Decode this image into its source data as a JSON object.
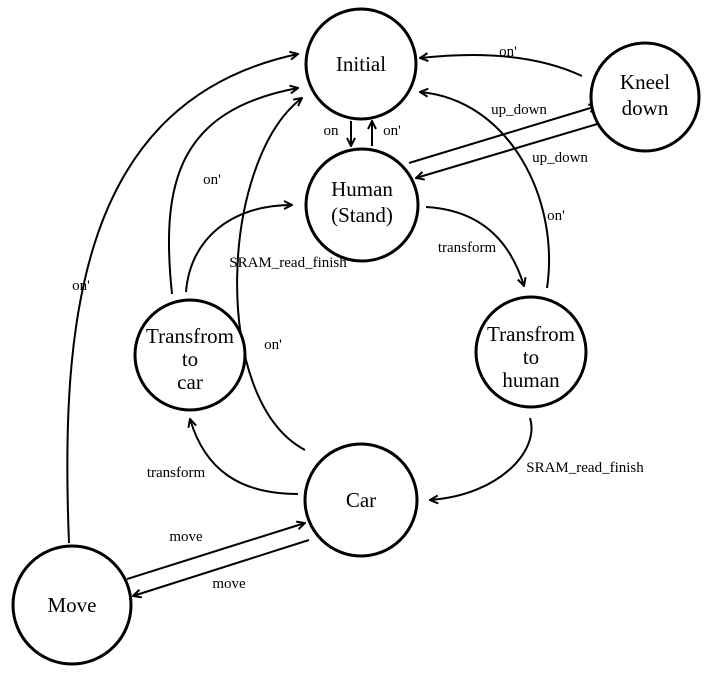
{
  "diagram": {
    "type": "state-machine",
    "states": {
      "initial": {
        "line1": "Initial"
      },
      "kneel": {
        "line1": "Kneel",
        "line2": "down"
      },
      "human": {
        "line1": "Human",
        "line2": "(Stand)"
      },
      "to_car": {
        "line1": "Transfrom",
        "line2": "to",
        "line3": "car"
      },
      "to_human": {
        "line1": "Transfrom",
        "line2": "to",
        "line3": "human"
      },
      "car": {
        "line1": "Car"
      },
      "move": {
        "line1": "Move"
      }
    },
    "transitions": [
      {
        "id": "initial_to_human",
        "from": "Initial",
        "to": "Human (Stand)",
        "label": "on"
      },
      {
        "id": "human_to_initial",
        "from": "Human (Stand)",
        "to": "Initial",
        "label": "on'"
      },
      {
        "id": "kneel_to_initial",
        "from": "Kneel down",
        "to": "Initial",
        "label": "on'"
      },
      {
        "id": "human_to_kneel",
        "from": "Human (Stand)",
        "to": "Kneel down",
        "label": "up_down"
      },
      {
        "id": "kneel_to_human",
        "from": "Kneel down",
        "to": "Human (Stand)",
        "label": "up_down"
      },
      {
        "id": "to_human_to_initial",
        "from": "Transfrom to human",
        "to": "Initial",
        "label": "on'"
      },
      {
        "id": "human_to_to_human",
        "from": "Human (Stand)",
        "to": "Transfrom to human",
        "label": "transform"
      },
      {
        "id": "to_car_to_human",
        "from": "Transfrom to car",
        "to": "Human (Stand)",
        "label": "SRAM_read_finish"
      },
      {
        "id": "to_car_to_initial",
        "from": "Transfrom to car",
        "to": "Initial",
        "label": "on'"
      },
      {
        "id": "move_to_initial",
        "from": "Move",
        "to": "Initial",
        "label": "on'"
      },
      {
        "id": "car_to_initial",
        "from": "Car",
        "to": "Initial",
        "label": "on'"
      },
      {
        "id": "to_human_to_car",
        "from": "Transfrom to human",
        "to": "Car",
        "label": "SRAM_read_finish"
      },
      {
        "id": "car_to_to_car",
        "from": "Car",
        "to": "Transfrom to car",
        "label": "transform"
      },
      {
        "id": "move_to_car",
        "from": "Move",
        "to": "Car",
        "label": "move"
      },
      {
        "id": "car_to_move",
        "from": "Car",
        "to": "Move",
        "label": "move"
      }
    ]
  }
}
